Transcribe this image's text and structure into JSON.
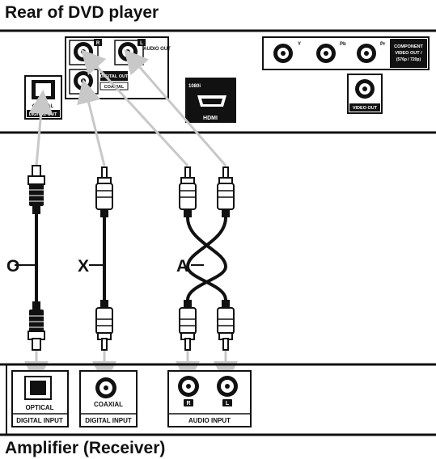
{
  "header": {
    "title": "Rear of DVD player"
  },
  "footer": {
    "title": "Amplifier (Receiver)"
  },
  "dvd_panel": {
    "audio_out": {
      "right": "R",
      "left": "L",
      "label": "AUDIO OUT"
    },
    "digital_out": {
      "label": "DIGITAL OUT",
      "coaxial": "COAXIAL"
    },
    "optical": {
      "label_line1": "OPTICAL",
      "label_line2": "DIGITAL OUT"
    },
    "hdmi": {
      "resolution": "1080i",
      "label": "HDMI"
    },
    "component": {
      "y": "Y",
      "pb": "Pb",
      "pr": "Pr",
      "label_line1": "COMPONENT",
      "label_line2": "VIDEO OUT /",
      "label_line3": "(576p / 720p)"
    },
    "video_out": {
      "label": "VIDEO OUT"
    }
  },
  "cables": [
    {
      "letter": "O"
    },
    {
      "letter": "X"
    },
    {
      "letter": "A"
    }
  ],
  "receiver_panel": {
    "optical": {
      "name": "OPTICAL",
      "label": "DIGITAL INPUT"
    },
    "coaxial": {
      "name": "COAXIAL",
      "label": "DIGITAL INPUT"
    },
    "audio": {
      "right": "R",
      "left": "L",
      "label": "AUDIO INPUT"
    }
  },
  "colors": {
    "line": "#111111",
    "arrow": "#c8c8c8",
    "panel": "#ffffff"
  }
}
